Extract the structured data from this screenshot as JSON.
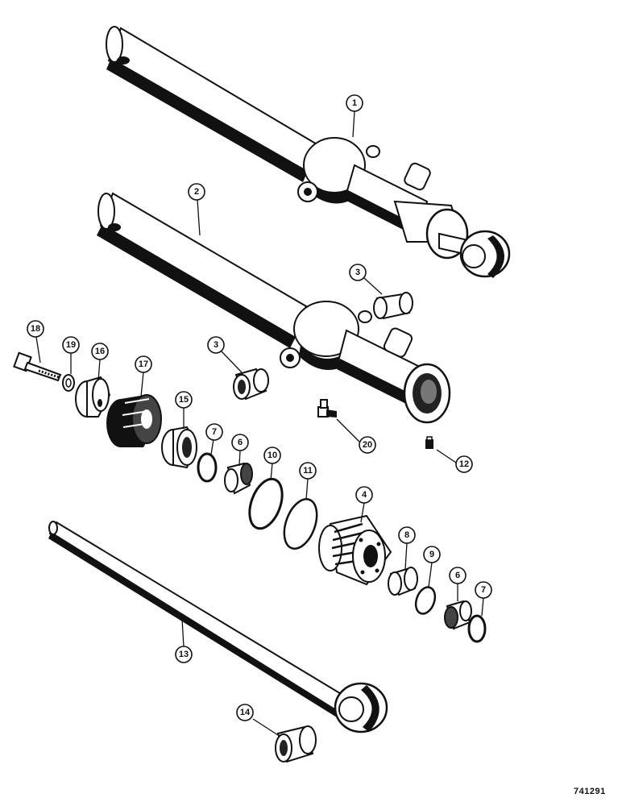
{
  "drawing_number": "741291",
  "callouts": [
    {
      "id": "c1",
      "label": "1"
    },
    {
      "id": "c2",
      "label": "2"
    },
    {
      "id": "c3a",
      "label": "3"
    },
    {
      "id": "c3b",
      "label": "3"
    },
    {
      "id": "c18",
      "label": "18"
    },
    {
      "id": "c19",
      "label": "19"
    },
    {
      "id": "c16",
      "label": "16"
    },
    {
      "id": "c17",
      "label": "17"
    },
    {
      "id": "c15",
      "label": "15"
    },
    {
      "id": "c7a",
      "label": "7"
    },
    {
      "id": "c6a",
      "label": "6"
    },
    {
      "id": "c10",
      "label": "10"
    },
    {
      "id": "c11",
      "label": "11"
    },
    {
      "id": "c4",
      "label": "4"
    },
    {
      "id": "c8",
      "label": "8"
    },
    {
      "id": "c9",
      "label": "9"
    },
    {
      "id": "c6b",
      "label": "6"
    },
    {
      "id": "c7b",
      "label": "7"
    },
    {
      "id": "c20",
      "label": "20"
    },
    {
      "id": "c12",
      "label": "12"
    },
    {
      "id": "c13",
      "label": "13"
    },
    {
      "id": "c14",
      "label": "14"
    }
  ]
}
